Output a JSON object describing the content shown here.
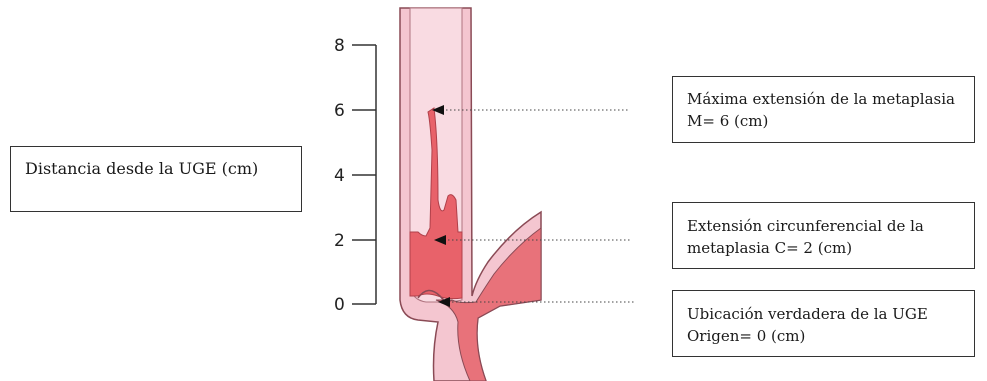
{
  "axis": {
    "label": "Distancia desde la UGE (cm)",
    "ticks": [
      "8",
      "6",
      "4",
      "2",
      "0"
    ]
  },
  "annotations": {
    "max_extension": {
      "line1": "Máxima extensión de la metaplasia",
      "line2": "M= 6 (cm)"
    },
    "circumferential": {
      "line1": "Extensión circunferencial de la",
      "line2": "metaplasia C= 2 (cm)"
    },
    "origin": {
      "line1": "Ubicación verdadera de la UGE",
      "line2": "Origen= 0 (cm)"
    }
  },
  "colors": {
    "esophagus_pink": "#f4c6d0",
    "metaplasia_red": "#e8626a",
    "outline": "#8a4a55"
  }
}
